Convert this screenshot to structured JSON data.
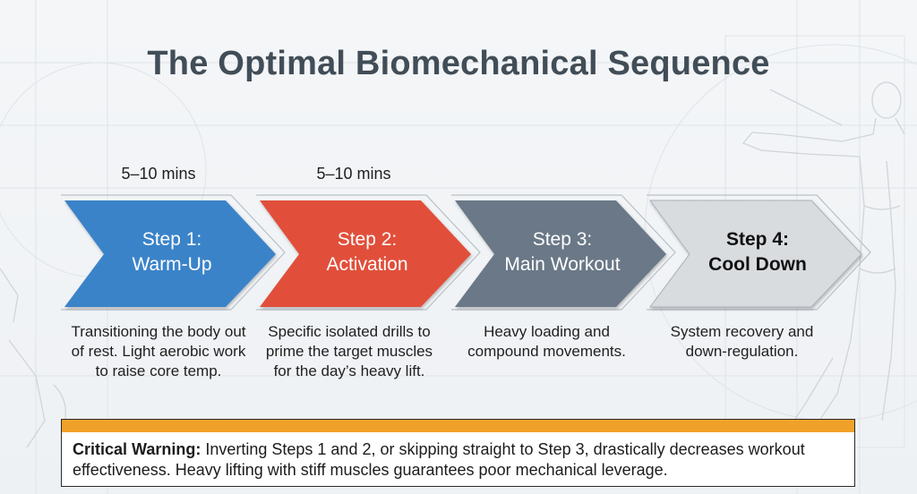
{
  "title": "The Optimal Biomechanical Sequence",
  "steps": [
    {
      "duration": "5–10 mins",
      "line1": "Step 1:",
      "line2": "Warm-Up",
      "color": "#3a83c9",
      "text_color": "#ffffff",
      "description": "Transitioning the body out of rest. Light aerobic work to raise core temp."
    },
    {
      "duration": "5–10 mins",
      "line1": "Step 2:",
      "line2": "Activation",
      "color": "#e14f3a",
      "text_color": "#ffffff",
      "description": "Specific isolated drills to prime the target muscles for the day’s heavy lift."
    },
    {
      "duration": "",
      "line1": "Step 3:",
      "line2": "Main Workout",
      "color": "#6a7887",
      "text_color": "#ffffff",
      "description": "Heavy loading and compound movements."
    },
    {
      "duration": "",
      "line1": "Step 4:",
      "line2": "Cool Down",
      "color": "#d9dcdf",
      "text_color": "#111111",
      "description": "System recovery and down-regulation."
    }
  ],
  "warning": {
    "label": "Critical Warning:",
    "text": " Inverting Steps 1 and 2, or skipping straight to Step 3, drastically decreases workout effectiveness. Heavy lifting with stiff muscles guarantees poor mechanical leverage.",
    "bar_color": "#f0a12a"
  }
}
